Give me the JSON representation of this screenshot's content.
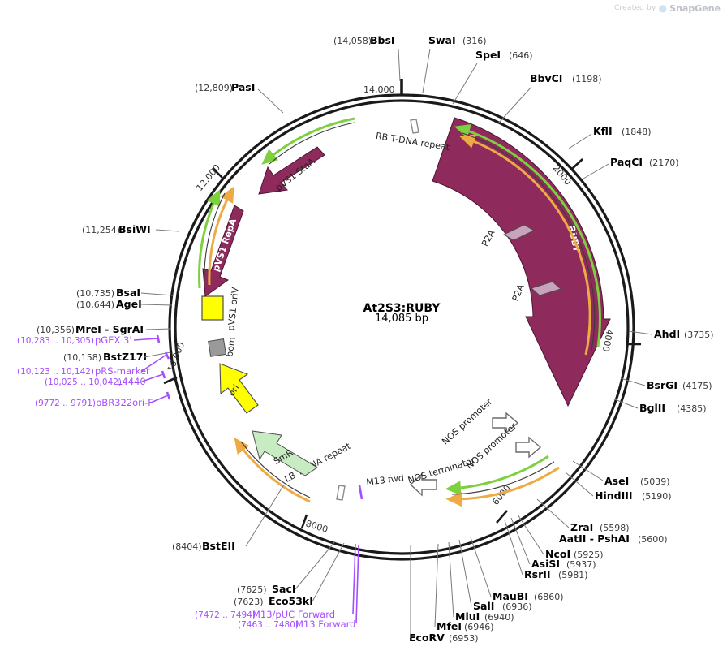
{
  "watermark": {
    "prefix": "Created by",
    "brand": "SnapGene"
  },
  "plasmid": {
    "name": "At2S3:RUBY",
    "size_label": "14,085 bp",
    "length_bp": 14085
  },
  "colors": {
    "backbone": "#1a1a1a",
    "cds_ruby": "#8e2a5c",
    "cds_pvs1": "#8e2a5c",
    "promoter_outline": "#6b6b6b",
    "terminator_outline": "#6b6b6b",
    "smr_fill": "#c8ecc2",
    "ori_fill": "#ffff00",
    "oriv_fill": "#ffff00",
    "bom_fill": "#9a9a9a",
    "p2a_fill": "#c9a2bc",
    "primer_purple": "#a64dff",
    "arrow_green": "#7dd13f",
    "arrow_orange": "#eeaa44",
    "repeat_gray": "#8a8a8a",
    "enzyme_black": "#000000",
    "position_gray": "#4d4d4d"
  },
  "ticks": [
    {
      "label": "2000",
      "bp": 2000
    },
    {
      "label": "4000",
      "bp": 4000
    },
    {
      "label": "6000",
      "bp": 6000
    },
    {
      "label": "8000",
      "bp": 8000
    },
    {
      "label": "10,000",
      "bp": 10000
    },
    {
      "label": "12,000",
      "bp": 12000
    },
    {
      "label": "14,000",
      "bp": 14000
    }
  ],
  "enzymes_top": [
    {
      "name": "BbsI",
      "pos": "(14,058)",
      "pos_first": true
    },
    {
      "name": "SwaI",
      "pos": "(316)",
      "pos_first": false
    },
    {
      "name": "SpeI",
      "pos": "(646)",
      "pos_first": false
    },
    {
      "name": "BbvCI",
      "pos": "(1198)",
      "pos_first": false
    }
  ],
  "enzymes_right": [
    {
      "name": "KflI",
      "pos": "(1848)"
    },
    {
      "name": "PaqCI",
      "pos": "(2170)"
    },
    {
      "name": "AhdI",
      "pos": "(3735)"
    },
    {
      "name": "BsrGI",
      "pos": "(4175)"
    },
    {
      "name": "BglII",
      "pos": "(4385)"
    },
    {
      "name": "AseI",
      "pos": "(5039)"
    },
    {
      "name": "HindIII",
      "pos": "(5190)"
    },
    {
      "name": "ZraI",
      "pos": "(5598)"
    },
    {
      "name": "AatII  -  PshAI",
      "pos": "(5600)"
    },
    {
      "name": "NcoI",
      "pos": "(5925)"
    },
    {
      "name": "AsiSI",
      "pos": "(5937)"
    },
    {
      "name": "RsrII",
      "pos": "(5981)"
    },
    {
      "name": "MauBI",
      "pos": "(6860)"
    },
    {
      "name": "SalI",
      "pos": "(6936)"
    },
    {
      "name": "MluI",
      "pos": "(6940)"
    },
    {
      "name": "MfeI",
      "pos": "(6946)"
    },
    {
      "name": "EcoRV",
      "pos": "(6953)"
    }
  ],
  "enzymes_left": [
    {
      "name": "PasI",
      "pos": "(12,809)"
    },
    {
      "name": "BsiWI",
      "pos": "(11,254)"
    },
    {
      "name": "BsaI",
      "pos": "(10,735)"
    },
    {
      "name": "AgeI",
      "pos": "(10,644)"
    },
    {
      "name": "MreI  -  SgrAI",
      "pos": "(10,356)"
    },
    {
      "name": "BstZ17I",
      "pos": "(10,158)"
    },
    {
      "name": "BstEII",
      "pos": "(8404)"
    },
    {
      "name": "SacI",
      "pos": "(7625)"
    },
    {
      "name": "Eco53kI",
      "pos": "(7623)"
    }
  ],
  "primers": [
    {
      "name": "pGEX 3'",
      "range": "(10,283 .. 10,305)"
    },
    {
      "name": "pRS-marker",
      "range": "(10,123 .. 10,142)"
    },
    {
      "name": "L4440",
      "range": "(10,025 .. 10,042)"
    },
    {
      "name": "pBR322ori-F",
      "range": "(9772 .. 9791)"
    },
    {
      "name": "M13/pUC Forward",
      "range": "(7472 .. 7494)"
    },
    {
      "name": "M13 Forward",
      "range": "(7463 .. 7480)"
    }
  ],
  "features": [
    {
      "name": "RB T-DNA repeat",
      "kind": "repeat"
    },
    {
      "name": "RUBY",
      "kind": "cds"
    },
    {
      "name": "P2A",
      "kind": "cds-small"
    },
    {
      "name": "P2A",
      "kind": "cds-small"
    },
    {
      "name": "NOS promoter",
      "kind": "promoter"
    },
    {
      "name": "NOS promoter",
      "kind": "promoter"
    },
    {
      "name": "NOS terminator",
      "kind": "terminator"
    },
    {
      "name": "M13 fwd",
      "kind": "primer-bind"
    },
    {
      "name": "LB T-DNA repeat",
      "kind": "repeat"
    },
    {
      "name": "SmR",
      "kind": "cds"
    },
    {
      "name": "ori",
      "kind": "rep_origin"
    },
    {
      "name": "bom",
      "kind": "misc"
    },
    {
      "name": "pVS1 oriV",
      "kind": "rep_origin"
    },
    {
      "name": "pVS1 RepA",
      "kind": "cds"
    },
    {
      "name": "pVS1 StaA",
      "kind": "cds"
    }
  ]
}
